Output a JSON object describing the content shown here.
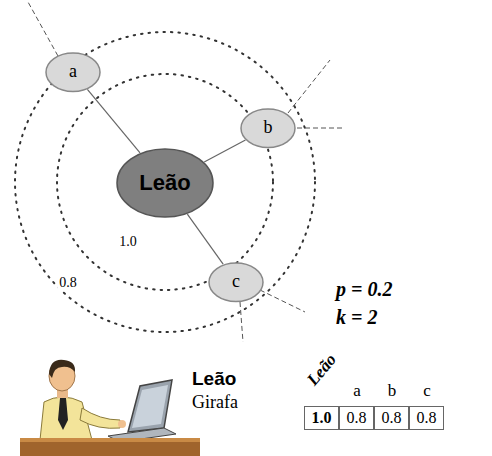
{
  "diagram": {
    "nodes": [
      {
        "text": [
          "Leão"
        ]
      },
      {
        "text": [
          "a"
        ]
      },
      {
        "text": [
          "b"
        ]
      },
      {
        "text": [
          "c"
        ]
      }
    ],
    "edges": [
      {
        "from": 0,
        "to": 1,
        "arrow": "none"
      },
      {
        "from": 0,
        "to": 2,
        "arrow": "none"
      },
      {
        "from": 0,
        "to": 3,
        "arrow": "none"
      }
    ],
    "labels": [
      "1.0",
      "0.8",
      "p = 0.2",
      "k = 2",
      "Leão",
      "Girafa",
      "Leão",
      "a",
      "b",
      "c",
      "1.0",
      "0.8",
      "0.8",
      "0.8"
    ]
  }
}
